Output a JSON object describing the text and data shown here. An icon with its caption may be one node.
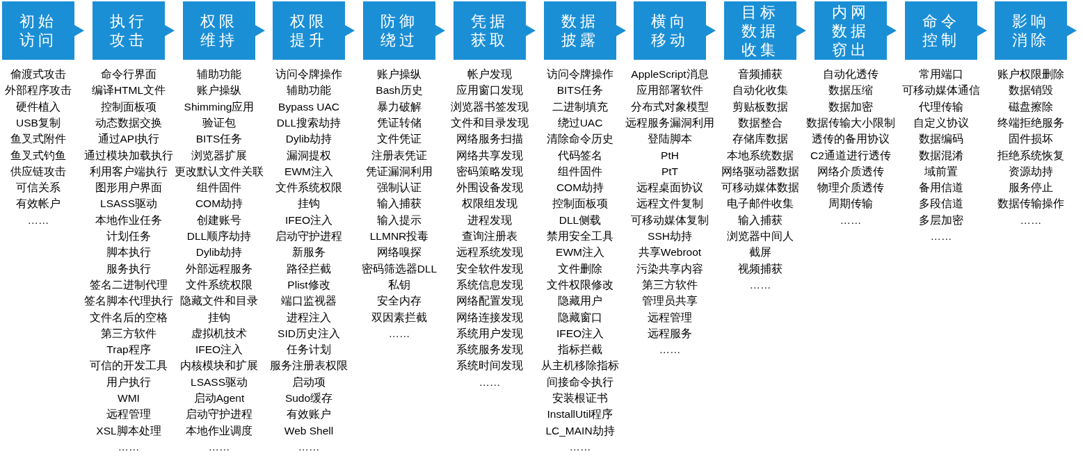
{
  "diagram": {
    "nodes": [
      {
        "text": [
          "初始访问"
        ],
        "beside": [
          "偷渡式攻击",
          "外部程序攻击",
          "硬件植入",
          "USB复制",
          "鱼叉式附件",
          "鱼叉式钓鱼",
          "供应链攻击",
          "可信关系",
          "有效帐户",
          "……"
        ]
      },
      {
        "text": [
          "执行攻击"
        ],
        "beside": [
          "命令行界面",
          "编译HTML文件",
          "控制面板项",
          "动态数据交换",
          "通过API执行",
          "通过模块加载执行",
          "利用客户端执行",
          "图形用户界面",
          "LSASS驱动",
          "本地作业任务",
          "计划任务",
          "脚本执行",
          "服务执行",
          "签名二进制代理",
          "签名脚本代理执行",
          "文件名后的空格",
          "第三方软件",
          "Trap程序",
          "可信的开发工具",
          "用户执行",
          "WMI",
          "远程管理",
          "XSL脚本处理",
          "……"
        ]
      },
      {
        "text": [
          "权限维持"
        ],
        "beside": [
          "辅助功能",
          "账户操纵",
          "Shimming应用",
          "验证包",
          "BITS任务",
          "浏览器扩展",
          "更改默认文件关联",
          "组件固件",
          "COM劫持",
          "创建账号",
          "DLL顺序劫持",
          "Dylib劫持",
          "外部远程服务",
          "文件系统权限",
          "隐藏文件和目录",
          "挂钩",
          "虚拟机技术",
          "IFEO注入",
          "内核模块和扩展",
          "LSASS驱动",
          "启动Agent",
          "启动守护进程",
          "本地作业调度",
          "……"
        ]
      },
      {
        "text": [
          "权限提升"
        ],
        "beside": [
          "访问令牌操作",
          "辅助功能",
          "Bypass UAC",
          "DLL搜索劫持",
          "Dylib劫持",
          "漏洞提权",
          "EWM注入",
          "文件系统权限",
          "挂钩",
          "IFEO注入",
          "启动守护进程",
          "新服务",
          "路径拦截",
          "Plist修改",
          "端口监视器",
          "进程注入",
          "SID历史注入",
          "任务计划",
          "服务注册表权限",
          "启动项",
          "Sudo缓存",
          "有效账户",
          "Web Shell",
          "……"
        ]
      },
      {
        "text": [
          "防御绕过"
        ],
        "beside": [
          "账户操纵",
          "Bash历史",
          "暴力破解",
          "凭证转储",
          "文件凭证",
          "注册表凭证",
          "凭证漏洞利用",
          "强制认证",
          "输入捕获",
          "输入提示",
          "LLMNR投毒",
          "网络嗅探",
          "密码筛选器DLL",
          "私钥",
          "安全内存",
          "双因素拦截",
          "……"
        ]
      },
      {
        "text": [
          "凭据获取"
        ],
        "beside": [
          "帐户发现",
          "应用窗口发现",
          "浏览器书签发现",
          "文件和目录发现",
          "网络服务扫描",
          "网络共享发现",
          "密码策略发现",
          "外围设备发现",
          "权限组发现",
          "进程发现",
          "查询注册表",
          "远程系统发现",
          "安全软件发现",
          "系统信息发现",
          "网络配置发现",
          "网络连接发现",
          "系统用户发现",
          "系统服务发现",
          "系统时间发现",
          "……"
        ]
      },
      {
        "text": [
          "数据披露"
        ],
        "beside": [
          "访问令牌操作",
          "BITS任务",
          "二进制填充",
          "绕过UAC",
          "清除命令历史",
          "代码签名",
          "组件固件",
          "COM劫持",
          "控制面板项",
          "DLL侧载",
          "禁用安全工具",
          "EWM注入",
          "文件删除",
          "文件权限修改",
          "隐藏用户",
          "隐藏窗口",
          "IFEO注入",
          "指标拦截",
          "从主机移除指标",
          "间接命令执行",
          "安装根证书",
          "InstallUtil程序",
          "LC_MAIN劫持",
          "……"
        ]
      },
      {
        "text": [
          "横向移动"
        ],
        "beside": [
          "AppleScript消息",
          "应用部署软件",
          "分布式对象模型",
          "远程服务漏洞利用",
          "登陆脚本",
          "PtH",
          "PtT",
          "远程桌面协议",
          "远程文件复制",
          "可移动媒体复制",
          "SSH劫持",
          "共享Webroot",
          "污染共享内容",
          "第三方软件",
          "管理员共享",
          "远程管理",
          "远程服务",
          "……"
        ]
      },
      {
        "text": [
          "目标数据收集"
        ],
        "beside": [
          "音频捕获",
          "自动化收集",
          "剪贴板数据",
          "数据整合",
          "存储库数据",
          "本地系统数据",
          "网络驱动器数据",
          "可移动媒体数据",
          "电子邮件收集",
          "输入捕获",
          "浏览器中间人",
          "截屏",
          "视频捕获",
          "……"
        ]
      },
      {
        "text": [
          "内网数据窃出"
        ],
        "beside": [
          "自动化透传",
          "数据压缩",
          "数据加密",
          "数据传输大小限制",
          "透传的备用协议",
          "C2通道进行透传",
          "网络介质透传",
          "物理介质透传",
          "周期传输",
          "……"
        ]
      },
      {
        "text": [
          "命令控制"
        ],
        "beside": [
          "常用端口",
          "可移动媒体通信",
          "代理传输",
          "自定义协议",
          "数据编码",
          "数据混淆",
          "域前置",
          "备用信道",
          "多段信道",
          "多层加密",
          "……"
        ]
      },
      {
        "text": [
          "影响消除"
        ],
        "beside": [
          "账户权限删除",
          "数据销毁",
          "磁盘擦除",
          "终端拒绝服务",
          "固件损坏",
          "拒绝系统恢复",
          "资源劫持",
          "服务停止",
          "数据传输操作",
          "……"
        ]
      }
    ]
  }
}
